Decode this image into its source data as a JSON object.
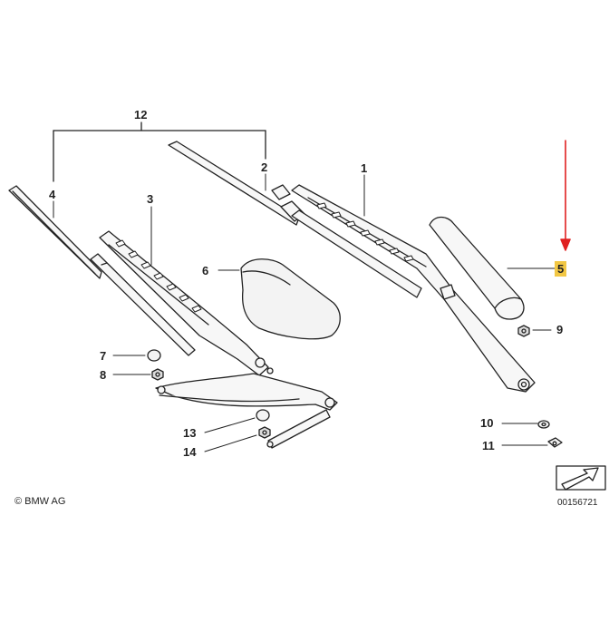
{
  "callouts": {
    "n1": "1",
    "n2": "2",
    "n3": "3",
    "n4": "4",
    "n5": "5",
    "n6": "6",
    "n7": "7",
    "n8": "8",
    "n9": "9",
    "n10": "10",
    "n11": "11",
    "n12": "12",
    "n13": "13",
    "n14": "14"
  },
  "highlighted_callout": "5",
  "highlight_color": "#f2c744",
  "arrow_color": "#e02020",
  "copyright": "© BMW AG",
  "document_number": "00156721"
}
